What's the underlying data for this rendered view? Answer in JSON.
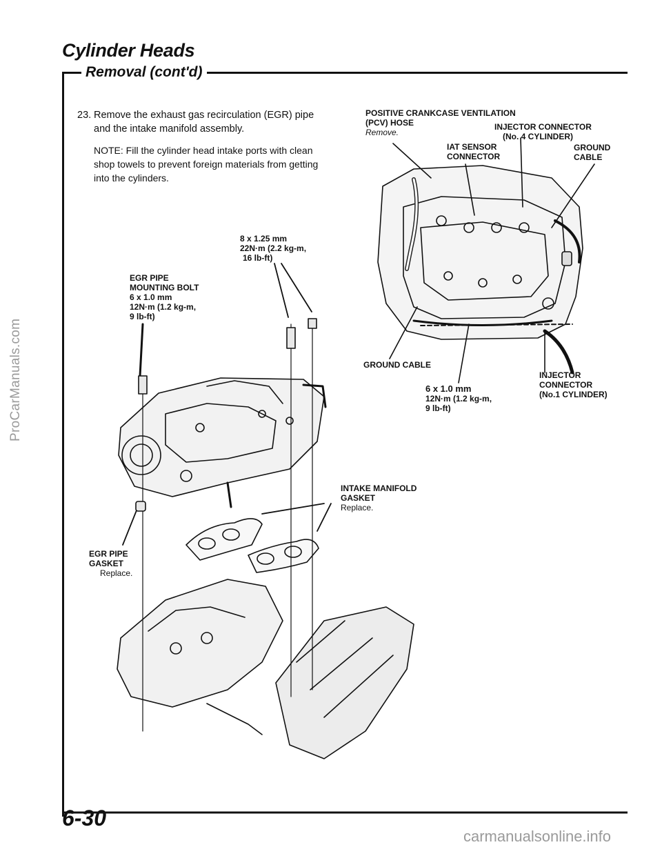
{
  "header": {
    "title": "Cylinder Heads",
    "subtitle": "Removal (cont'd)"
  },
  "step": {
    "number": "23.",
    "text": "Remove the exhaust gas recirculation (EGR) pipe and the intake manifold assembly.",
    "note": "NOTE: Fill the cylinder head intake ports with clean shop towels to prevent foreign materials from getting into the cylinders."
  },
  "labels": {
    "pcv_hose": {
      "line1": "POSITIVE CRANKCASE VENTILATION",
      "line2": "(PCV) HOSE",
      "action": "Remove."
    },
    "injector_no4": {
      "line1": "INJECTOR CONNECTOR",
      "line2": "(No. 4 CYLINDER)"
    },
    "iat_sensor": {
      "line1": "IAT SENSOR",
      "line2": "CONNECTOR"
    },
    "ground_cable_top": {
      "line1": "GROUND",
      "line2": "CABLE"
    },
    "bolt_8x125": {
      "line1": "8 x 1.25 mm",
      "line2": "22N·m (2.2 kg-m,",
      "line3": "16 lb-ft)"
    },
    "egr_bolt": {
      "line1": "EGR PIPE",
      "line2": "MOUNTING BOLT",
      "line3": "6 x 1.0 mm",
      "line4": "12N·m (1.2 kg-m,",
      "line5": "9 lb-ft)"
    },
    "ground_cable_bottom": {
      "line1": "GROUND CABLE"
    },
    "bolt_6x10": {
      "line1": "6 x 1.0 mm",
      "line2": "12N·m (1.2 kg-m,",
      "line3": "9 lb-ft)"
    },
    "injector_no1": {
      "line1": "INJECTOR",
      "line2": "CONNECTOR",
      "line3": "(No.1 CYLINDER)"
    },
    "intake_gasket": {
      "line1": "INTAKE MANIFOLD",
      "line2": "GASKET",
      "action": "Replace."
    },
    "egr_gasket": {
      "line1": "EGR PIPE",
      "line2": "GASKET",
      "action": "Replace."
    }
  },
  "footer": {
    "page_number": "6-30"
  },
  "watermarks": {
    "side": "ProCarManuals.com",
    "bottom": "carmanualsonline.info"
  }
}
